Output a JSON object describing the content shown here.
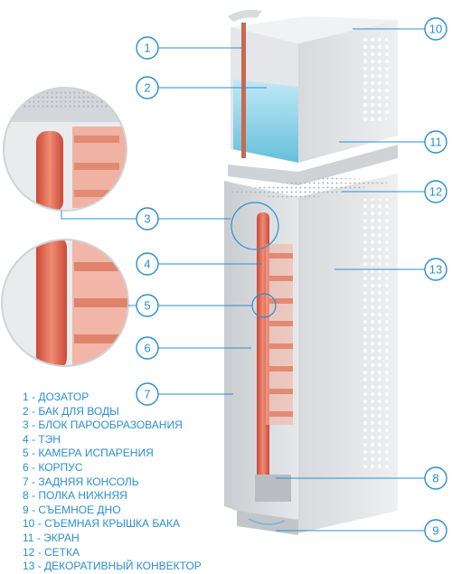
{
  "callouts": [
    {
      "label": "1"
    },
    {
      "label": "2"
    },
    {
      "label": "3"
    },
    {
      "label": "4"
    },
    {
      "label": "5"
    },
    {
      "label": "6"
    },
    {
      "label": "7"
    },
    {
      "label": "8"
    },
    {
      "label": "9"
    },
    {
      "label": "10"
    },
    {
      "label": "11"
    },
    {
      "label": "12"
    },
    {
      "label": "13"
    }
  ],
  "legend": [
    "1 - ДОЗАТОР",
    "2 - БАК ДЛЯ ВОДЫ",
    "3 - БЛОК ПАРООБРАЗОВАНИЯ",
    "4 - ТЭН",
    "5 - КАМЕРА ИСПАРЕНИЯ",
    "6 - КОРПУС",
    "7 - ЗАДНЯЯ КОНСОЛЬ",
    "8 - ПОЛКА НИЖНЯЯ",
    "9 - СЪЕМНОЕ ДНО",
    "10 - СЪЕМНАЯ КРЫШКА БАКА",
    "11 - ЭКРАН",
    "12 - СЕТКА",
    "13 - ДЕКОРАТИВНЫЙ КОНВЕКТОР"
  ],
  "colors": {
    "accent": "#2a8fd0",
    "heater": "#e0705a",
    "water": "#7fd0e8",
    "body": "#dfe1e4"
  }
}
